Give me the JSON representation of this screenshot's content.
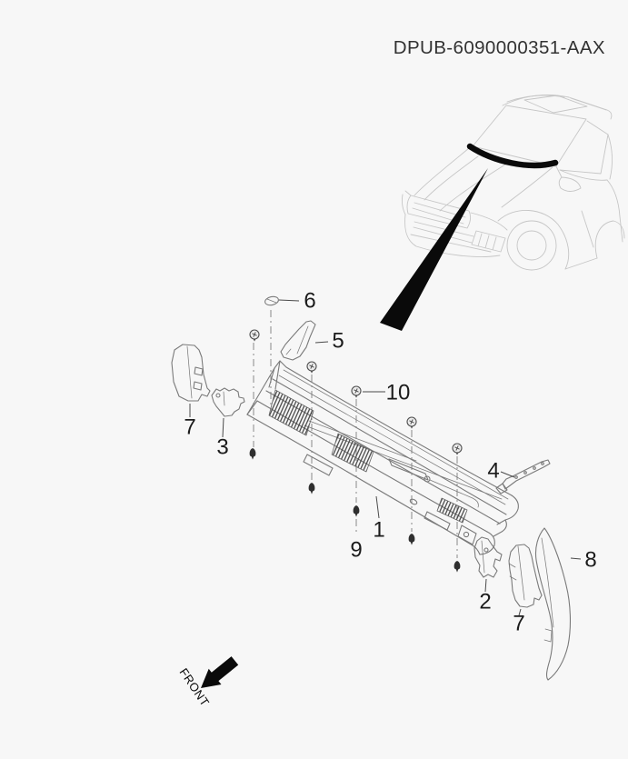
{
  "header": {
    "part_code": "DPUB-6090000351-AAX"
  },
  "diagram": {
    "front_label": "FRONT",
    "callouts": [
      {
        "label": "1"
      },
      {
        "label": "2"
      },
      {
        "label": "3"
      },
      {
        "label": "4"
      },
      {
        "label": "5"
      },
      {
        "label": "6"
      },
      {
        "label": "7"
      },
      {
        "label": "7"
      },
      {
        "label": "8"
      },
      {
        "label": "9"
      },
      {
        "label": "10"
      }
    ]
  },
  "colors": {
    "background": "#f7f7f7",
    "ink": "#1b1b1b",
    "part_line": "#7a7a7a",
    "car_line": "#c6c6c6",
    "highlight": "#0a0a0a"
  }
}
